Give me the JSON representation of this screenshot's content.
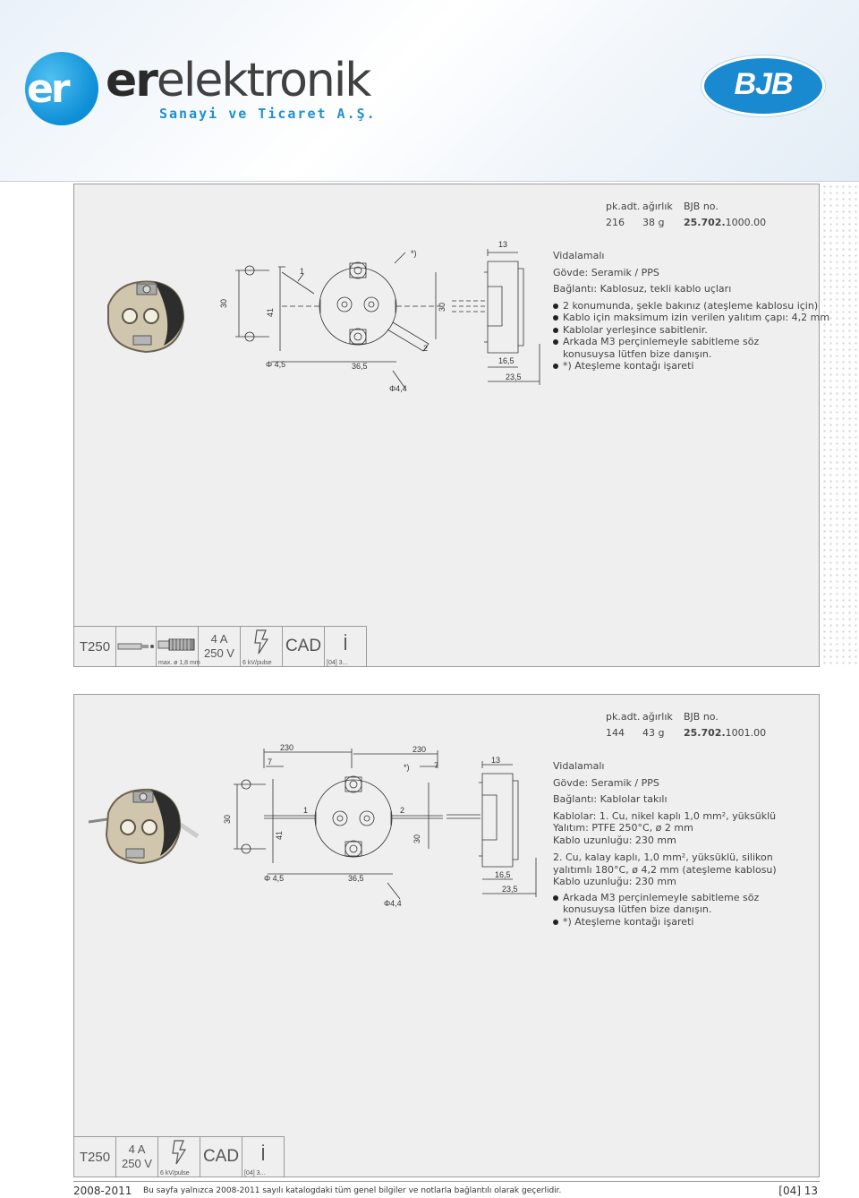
{
  "header": {
    "logo_er": "er",
    "logo_word_bold": "er",
    "logo_word": "elektronik",
    "logo_sub": "Sanayi ve Ticaret A.Ş.",
    "brand": "BJB"
  },
  "products": [
    {
      "cols": {
        "pack": "pk.adt.",
        "weight": "ağırlık",
        "no": "BJB no."
      },
      "vals": {
        "pack": "216",
        "weight": "38 g",
        "no_bold": "25.702.",
        "no_rest": "1000.00"
      },
      "lines": [
        {
          "text": "Vidalamalı",
          "bullet": false
        },
        {
          "text": "Gövde: Seramik / PPS",
          "bullet": false
        },
        {
          "text": "Bağlantı: Kablosuz, tekli kablo uçları",
          "bullet": false
        },
        {
          "text": "2 konumunda, şekle bakınız (ateşleme kablosu için)",
          "bullet": true
        },
        {
          "text": "Kablo için maksimum izin verilen yalıtım çapı: 4,2 mm",
          "bullet": true
        },
        {
          "text": "Kablolar yerleşince sabitlenir.",
          "bullet": true
        },
        {
          "text": "Arkada M3 perçinlemeyle sabitleme söz konusuysa lütfen bize danışın.",
          "bullet": true
        },
        {
          "text": "*) Ateşleme kontağı işareti",
          "bullet": true
        }
      ],
      "dims": {
        "d30": "30",
        "d41": "41",
        "d1": "1",
        "d2": "2",
        "star": "*)",
        "d30r": "30",
        "d13": "13",
        "d165": "16,5",
        "d235": "23,5",
        "d365": "36,5",
        "phi45": "Φ 4,5",
        "phi44": "Φ4,4"
      },
      "icons": {
        "lamp": "T250",
        "wire_note": "max. ø 1,8 mm",
        "current": "4 A",
        "voltage": "250 V",
        "pulse": "6 kV/pulse",
        "cad": "CAD",
        "info": "İ",
        "ref": "[04] 3..."
      }
    },
    {
      "cols": {
        "pack": "pk.adt.",
        "weight": "ağırlık",
        "no": "BJB no."
      },
      "vals": {
        "pack": "144",
        "weight": "43 g",
        "no_bold": "25.702.",
        "no_rest": "1001.00"
      },
      "lines": [
        {
          "text": "Vidalamalı",
          "bullet": false
        },
        {
          "text": "Gövde: Seramik / PPS",
          "bullet": false
        },
        {
          "text": "Bağlantı: Kablolar takılı",
          "bullet": false
        },
        {
          "text": "Kablolar: 1. Cu, nikel kaplı 1,0 mm², yüksüklü",
          "bullet": false
        },
        {
          "text": "Yalıtım: PTFE 250°C, ø 2 mm",
          "bullet": false
        },
        {
          "text": "Kablo uzunluğu: 230 mm",
          "bullet": false
        },
        {
          "text": "2. Cu, kalay kaplı, 1,0 mm², yüksüklü, silikon yalıtımlı 180°C, ø 4,2 mm (ateşleme kablosu)",
          "bullet": false,
          "gap": true
        },
        {
          "text": "Kablo uzunluğu: 230 mm",
          "bullet": false
        },
        {
          "text": "Arkada M3 perçinlemeyle sabitleme söz konusuysa lütfen bize danışın.",
          "bullet": true
        },
        {
          "text": "*) Ateşleme kontağı işareti",
          "bullet": true
        }
      ],
      "dims": {
        "d230a": "230",
        "d230b": "230",
        "d7a": "7",
        "d7b": "7",
        "d30": "30",
        "d41": "41",
        "d1": "1",
        "d2": "2",
        "star": "*)",
        "d30r": "30",
        "d13": "13",
        "d165": "16,5",
        "d235": "23,5",
        "d365": "36,5",
        "phi45": "Φ 4,5",
        "phi44": "Φ4,4"
      },
      "icons": {
        "lamp": "T250",
        "current": "4 A",
        "voltage": "250 V",
        "pulse": "6 kV/pulse",
        "cad": "CAD",
        "info": "İ",
        "ref": "[04] 3..."
      }
    }
  ],
  "footer": {
    "years": "2008-2011",
    "note": "Bu sayfa yalnızca 2008-2011 sayılı katalogdaki tüm genel bilgiler ve notlarla bağlantılı olarak geçerlidir.",
    "page": "[04] 13"
  }
}
